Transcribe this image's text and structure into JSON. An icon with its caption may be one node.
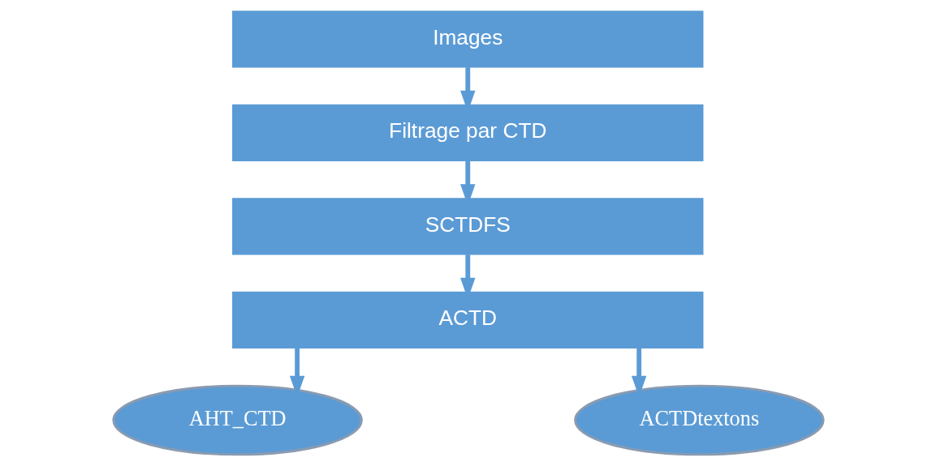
{
  "diagram": {
    "nodes": [
      {
        "text": [
          "Images"
        ]
      },
      {
        "text": [
          "Filtrage par CTD"
        ]
      },
      {
        "text": [
          "SCTDFS"
        ]
      },
      {
        "text": [
          "ACTD"
        ]
      },
      {
        "text": [
          "AHT_CTD"
        ]
      },
      {
        "text": [
          "ACTDtextons"
        ]
      }
    ],
    "edges": [
      {
        "from": 0,
        "to": 1,
        "arrow": "to"
      },
      {
        "from": 1,
        "to": 2,
        "arrow": "to"
      },
      {
        "from": 2,
        "to": 3,
        "arrow": "to"
      },
      {
        "from": 3,
        "to": 4,
        "arrow": "to"
      },
      {
        "from": 3,
        "to": 5,
        "arrow": "to"
      }
    ]
  }
}
